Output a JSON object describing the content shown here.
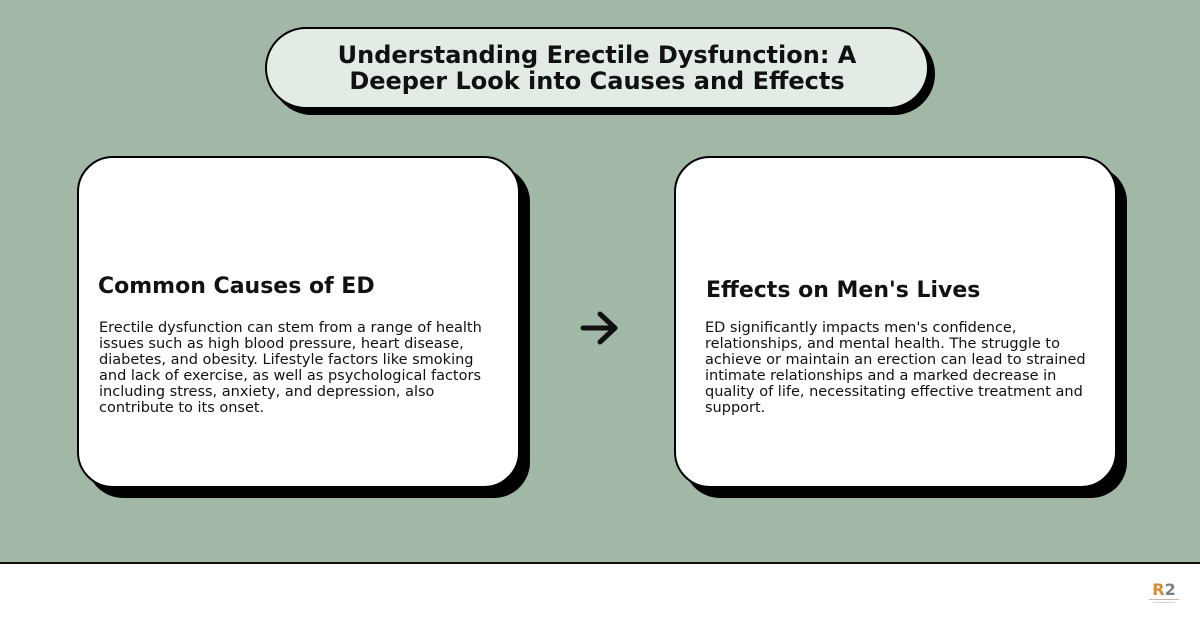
{
  "title": "Understanding Erectile Dysfunction: A Deeper Look into Causes and Effects",
  "cards": [
    {
      "heading": "Common Causes of ED",
      "body": "Erectile dysfunction can stem from a range of health issues such as high blood pressure, heart disease, diabetes, and obesity. Lifestyle factors like smoking and lack of exercise, as well as psychological factors including stress, anxiety, and depression, also contribute to its onset."
    },
    {
      "heading": "Effects on Men's Lives",
      "body": "ED significantly impacts men's confidence, relationships, and mental health. The struggle to achieve or maintain an erection can lead to strained intimate relationships and a marked decrease in quality of life, necessitating effective treatment and support."
    }
  ],
  "logo": {
    "letter": "R",
    "number": "2"
  },
  "colors": {
    "background": "#a2b8a7",
    "title_fill": "#e2ebe4",
    "card_fill": "#ffffff",
    "outline": "#000000",
    "logo_accent": "#d9893a"
  },
  "icons": {
    "connector": "arrow-right-icon"
  }
}
